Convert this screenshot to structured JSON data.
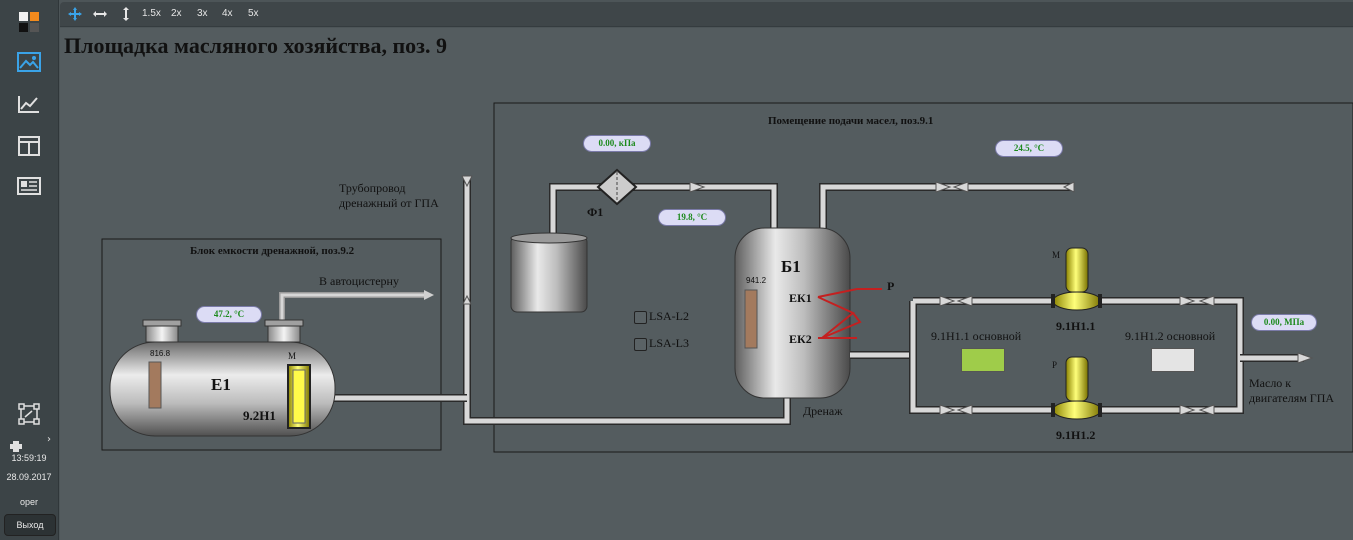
{
  "toolbar": {
    "zoom_options": [
      "1.5x",
      "2x",
      "3x",
      "4x",
      "5x"
    ]
  },
  "sidebar": {
    "time": "13:59:19",
    "date": "28.09.2017",
    "user": "oper",
    "logout": "Выход"
  },
  "page": {
    "title": "Площадка масляного хозяйства, поз. 9"
  },
  "drain_block": {
    "title": "Блок емкости дренажной, поз.9.2",
    "temp": "47.2, °C",
    "level": "816.8",
    "tank": "E1",
    "pump": "9.2Н1",
    "motor": "M",
    "to_truck": "В автоцистерну"
  },
  "pipeline": {
    "line1": "Трубопровод",
    "line2": "дренажный от ГПА"
  },
  "supply_room": {
    "title": "Помещение подачи масел, поз.9.1",
    "pressure": "0.00, кПа",
    "filter": "Ф1",
    "temp_filter": "19.8, °C",
    "temp_out": "24.5, °C",
    "tank": "Б1",
    "tank_level": "941.2",
    "ek1": "ЕК1",
    "ek2": "ЕК2",
    "p_label": "P",
    "lsa_l2": "LSA-L2",
    "lsa_l3": "LSA-L3",
    "drain": "Дренаж",
    "pump1": "9.1Н1.1",
    "pump2": "9.1Н1.2",
    "pump1_mode": "9.1Н1.1 основной",
    "pump2_mode": "9.1Н1.2 основной",
    "pump_motor_m": "M",
    "pump_motor_p": "P",
    "pressure_out": "0.00, МПа",
    "oil_to": "Масло к",
    "oil_to2": "двигателям ГПА"
  }
}
